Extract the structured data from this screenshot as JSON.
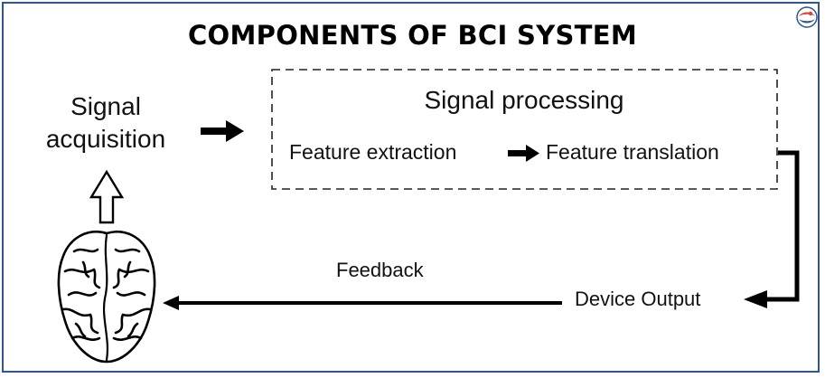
{
  "title": "COMPONENTS OF BCI SYSTEM",
  "nodes": {
    "signal_acquisition": {
      "line1": "Signal",
      "line2": "acquisition"
    },
    "signal_processing": "Signal processing",
    "feature_extraction": "Feature extraction",
    "feature_translation": "Feature translation",
    "feedback": "Feedback",
    "device_output": "Device Output"
  },
  "icons": {
    "brain": "brain-icon",
    "logo": "logo-icon"
  },
  "colors": {
    "border": "#2f5597",
    "logo_red": "#e0413a",
    "logo_blue": "#2f5597"
  }
}
